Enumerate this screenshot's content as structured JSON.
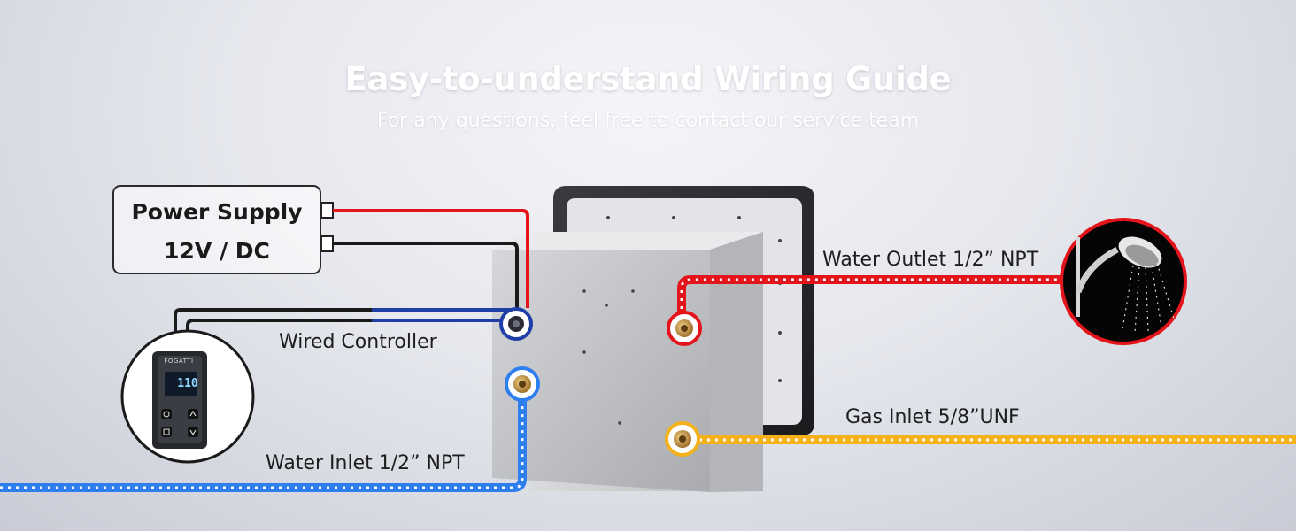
{
  "header": {
    "title": "Easy-to-understand Wiring Guide",
    "subtitle": "For any questions, feel free to contact our service team"
  },
  "power_supply": {
    "title": "Power Supply",
    "rating": "12V / DC"
  },
  "labels": {
    "wired_controller": "Wired Controller",
    "water_inlet": "Water Inlet 1/2” NPT",
    "water_outlet": "Water Outlet 1/2” NPT",
    "gas_inlet": "Gas Inlet 5/8”UNF"
  },
  "controller": {
    "brand": "FOGATTI",
    "display": "110"
  },
  "colors": {
    "power_positive": "#e3151a",
    "power_negative": "#1a1a1a",
    "controller_cable": "#1f3fa6",
    "water_inlet": "#2f7ef0",
    "water_outlet": "#e3151a",
    "gas_inlet": "#f3b21a"
  },
  "icons": {
    "shower": "shower-head-icon",
    "controller": "wired-controller-icon",
    "heater": "water-heater-icon"
  }
}
